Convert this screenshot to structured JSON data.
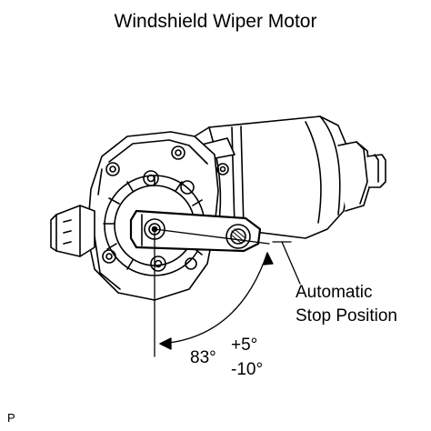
{
  "diagram": {
    "title": "Windshield Wiper Motor",
    "callout": {
      "line1": "Automatic",
      "line2": "Stop Position"
    },
    "angle": {
      "value": "83°",
      "tolerance_plus": "+5°",
      "tolerance_minus": "-10°"
    },
    "corner_mark": "P"
  }
}
